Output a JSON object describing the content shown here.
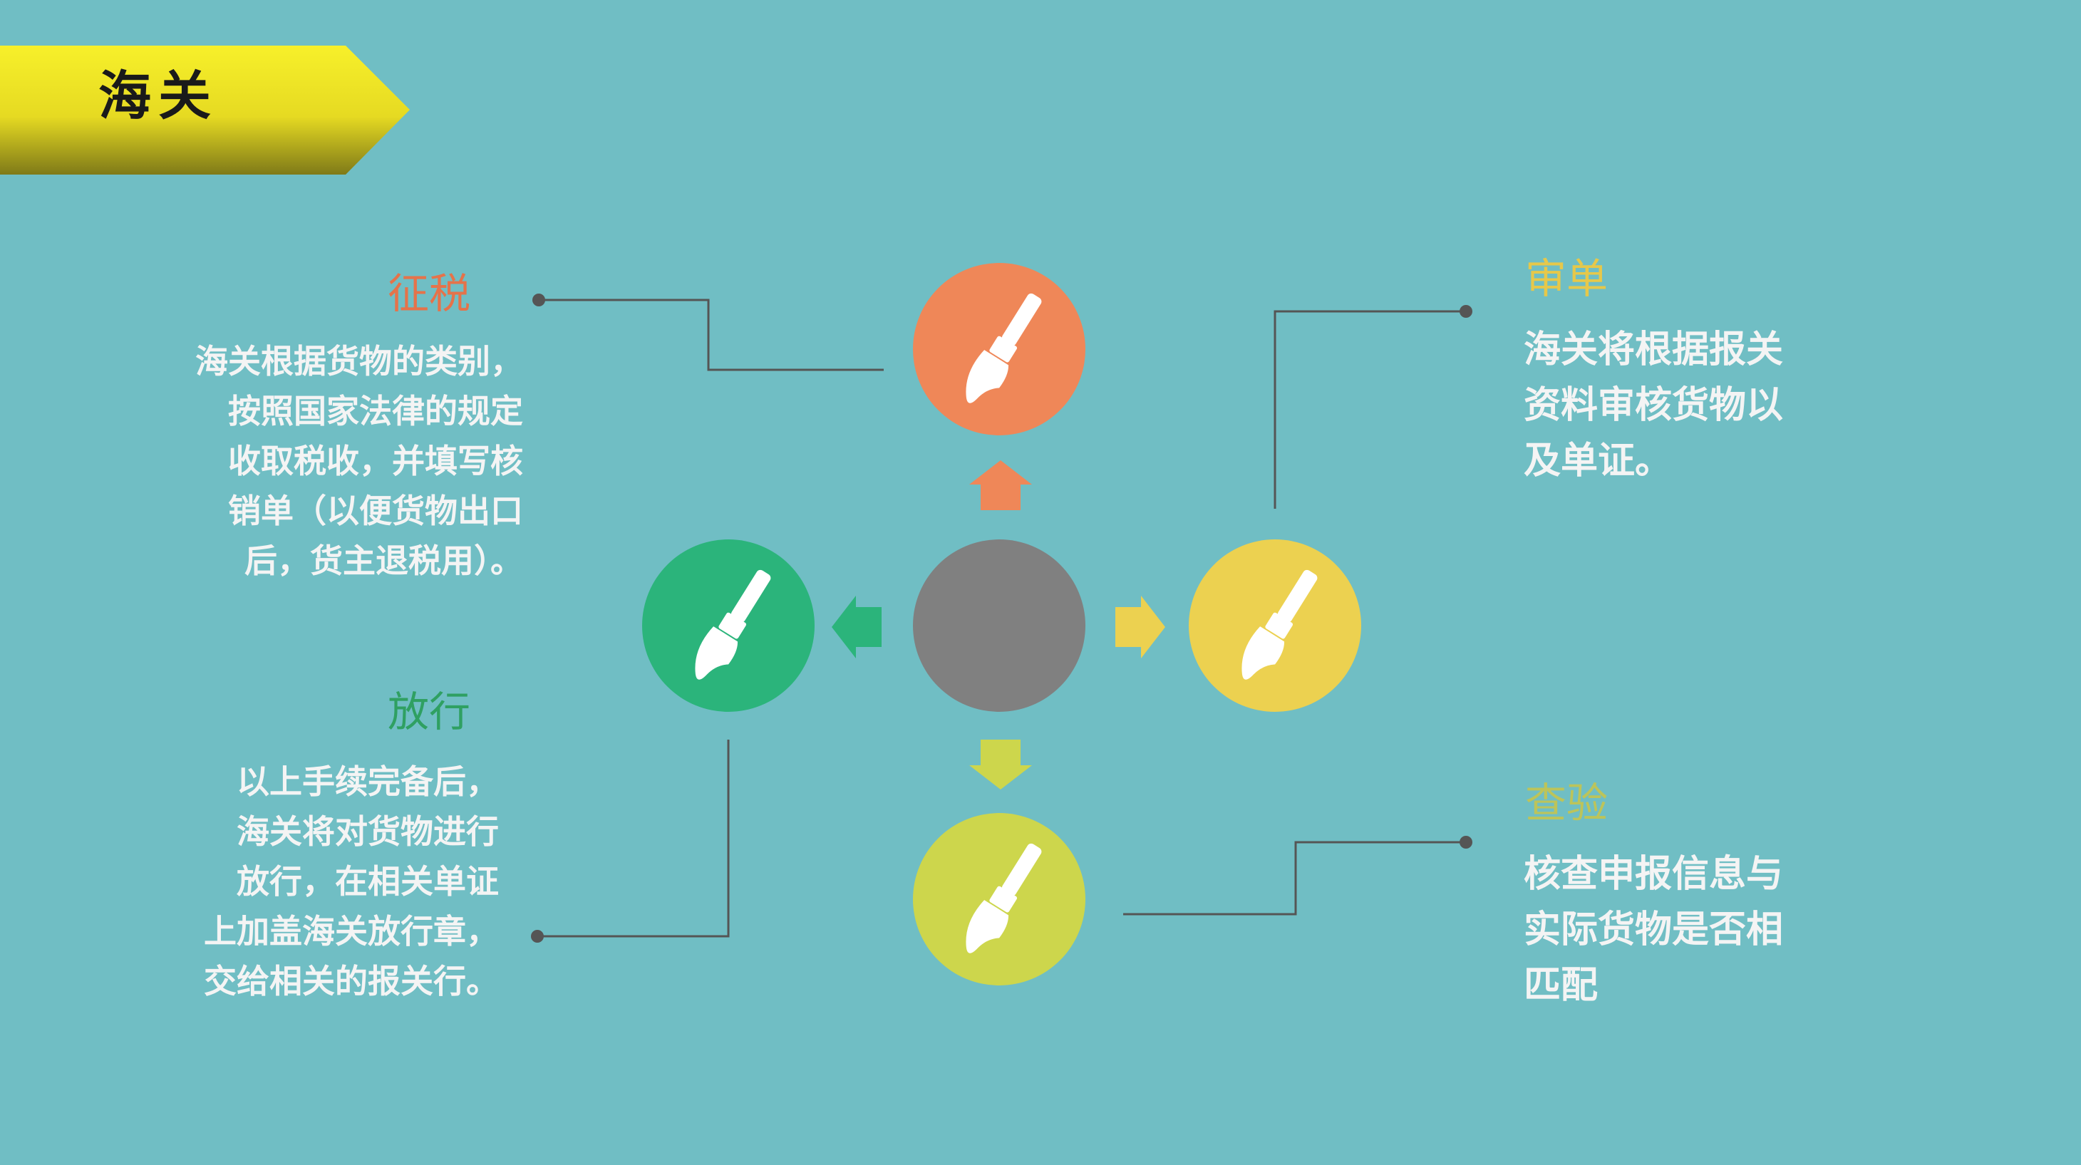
{
  "title": "海关",
  "colors": {
    "background": "#70bec4",
    "banner_top": "#f5ee28",
    "banner_bottom": "#7f7a18",
    "center": "#808080",
    "orange": "#ef8758",
    "green": "#2bb47b",
    "yellow": "#ecd150",
    "lime": "#cdd64c",
    "connector": "#555555"
  },
  "nodes": [
    {
      "id": "center",
      "color": "#808080",
      "icon": null
    },
    {
      "id": "top",
      "color": "#ef8758",
      "icon": "paintbrush-icon"
    },
    {
      "id": "left",
      "color": "#2bb47b",
      "icon": "paintbrush-icon"
    },
    {
      "id": "right",
      "color": "#ecd150",
      "icon": "paintbrush-icon"
    },
    {
      "id": "bottom",
      "color": "#cdd64c",
      "icon": "paintbrush-icon"
    }
  ],
  "steps": {
    "tax": {
      "label": "征税",
      "label_color": "#e5734a",
      "lines": [
        "海关根据货物的类别，",
        "按照国家法律的规定",
        "收取税收，并填写核",
        "销单（以便货物出口",
        "后，货主退税用）。"
      ]
    },
    "release": {
      "label": "放行",
      "label_color": "#2fa062",
      "lines": [
        "以上手续完备后，",
        "海关将对货物进行",
        "放行，在相关单证",
        "上加盖海关放行章，",
        "交给相关的报关行。"
      ]
    },
    "review": {
      "label": "审单",
      "label_color": "#e6c84a",
      "lines": [
        "海关将根据报关",
        "资料审核货物以",
        "及单证。"
      ]
    },
    "inspect": {
      "label": "查验",
      "label_color": "#bcc45a",
      "lines": [
        "核查申报信息与",
        "实际货物是否相",
        "匹配"
      ]
    }
  }
}
